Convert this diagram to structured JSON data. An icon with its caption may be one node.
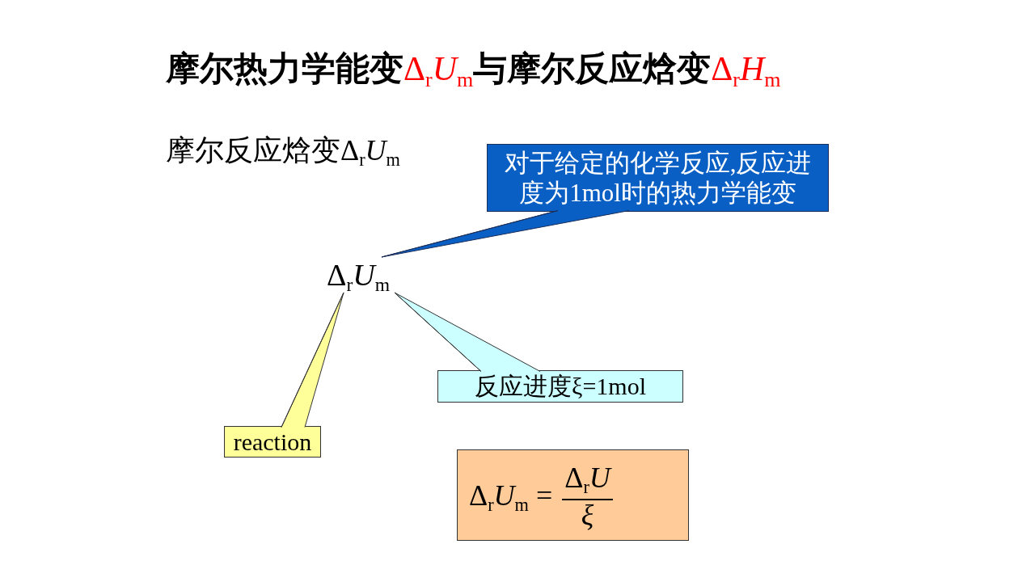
{
  "diagram": {
    "title": "摩尔热力学能变Δ$_{r}$*U*$_{m}$与摩尔反应焓变Δ$_{r}$*H*$_{m}$",
    "nodes": [
      {
        "text": [
          "Δ$_{r}$*U*$_{m}$"
        ]
      },
      {
        "text": [
          "对于给定的化学反应,反应进度为1mol时的热力学能变"
        ]
      },
      {
        "text": [
          "反应进度ξ=1mol"
        ]
      },
      {
        "text": [
          "reaction"
        ]
      },
      {
        "text": [
          "Δ$_{r}$*U*$_{m}$ =",
          "Δ$_{r}$*U*",
          "ξ"
        ]
      }
    ],
    "edges": [
      {
        "from": 1,
        "to": 0,
        "arrow": "none"
      },
      {
        "from": 2,
        "to": 0,
        "arrow": "none"
      },
      {
        "from": 3,
        "to": 0,
        "arrow": "none"
      }
    ],
    "labels": [
      "摩尔反应焓变Δ$_{r}$*U*$_{m}$"
    ]
  }
}
